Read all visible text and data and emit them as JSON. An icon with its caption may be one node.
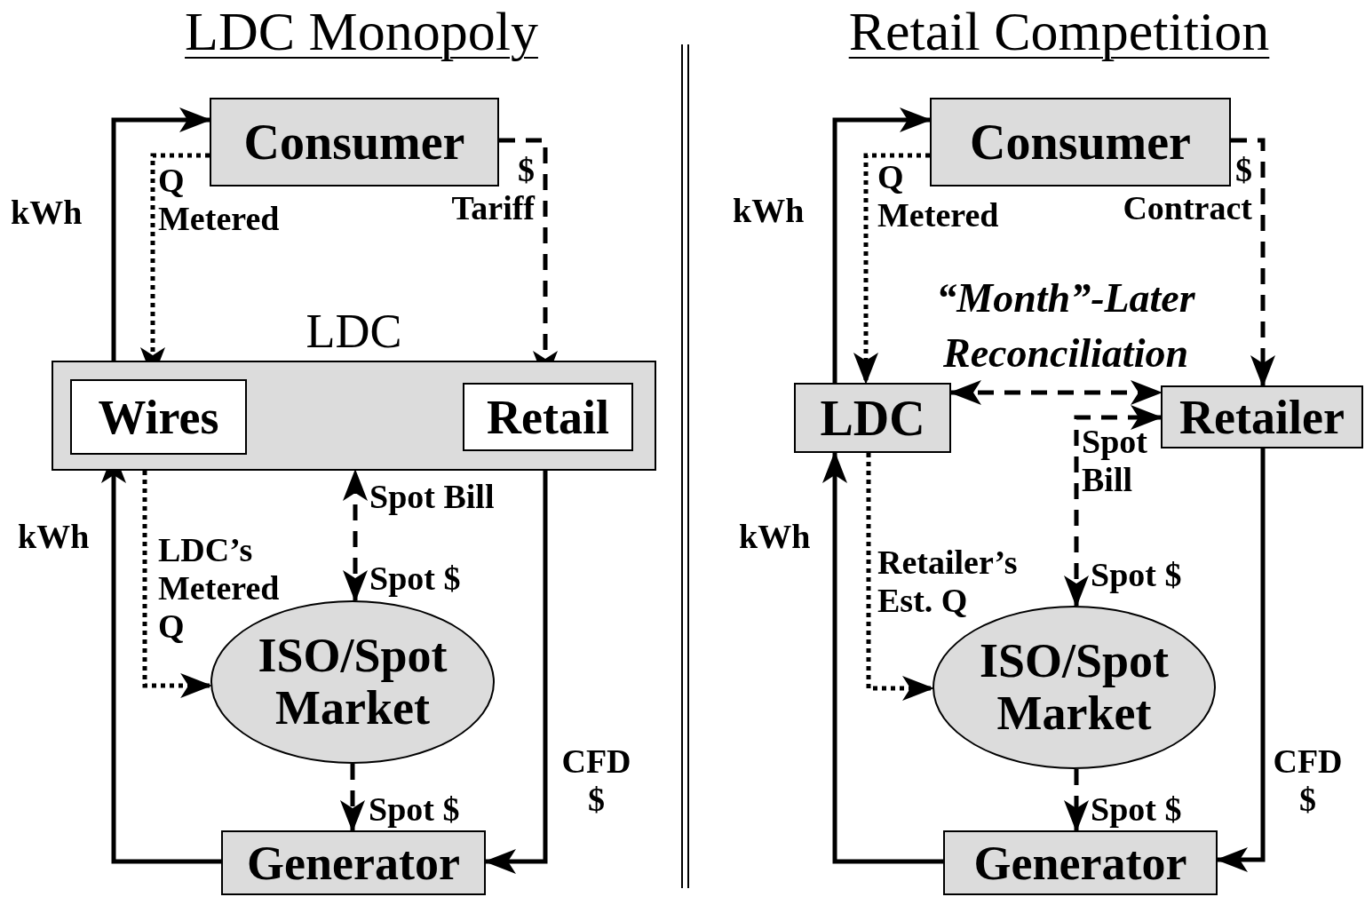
{
  "diagram": {
    "nodes": [
      {
        "text": [
          "Consumer"
        ]
      },
      {
        "text": [
          "LDC"
        ]
      },
      {
        "text": [
          "Wires"
        ],
        "in": 1
      },
      {
        "text": [
          "Retail"
        ],
        "in": 1
      },
      {
        "text": [
          "ISO/Spot Market"
        ]
      },
      {
        "text": [
          "Generator"
        ]
      },
      {
        "text": [
          "Consumer"
        ]
      },
      {
        "text": [
          "LDC"
        ]
      },
      {
        "text": [
          "Retailer"
        ]
      },
      {
        "text": [
          "ISO/Spot Market"
        ]
      },
      {
        "text": [
          "Generator"
        ]
      }
    ],
    "edges": [
      {
        "from": 2,
        "to": 0,
        "arrow": "to",
        "label": "kWh"
      },
      {
        "from": 0,
        "to": 2,
        "arrow": "to",
        "label": "Q Metered",
        "style": "dashed"
      },
      {
        "from": 0,
        "to": 3,
        "arrow": "to",
        "label": "$ Tariff",
        "style": "dashed"
      },
      {
        "from": 4,
        "to": 1,
        "arrow": "both",
        "label": "Spot Bill",
        "style": "dashed"
      },
      {
        "from": 2,
        "to": 4,
        "arrow": "to",
        "label": "LDC’s Metered Q",
        "style": "dashed"
      },
      {
        "from": 4,
        "to": 5,
        "arrow": "to",
        "label": "Spot $",
        "style": "dashed"
      },
      {
        "from": 5,
        "to": 2,
        "arrow": "to",
        "label": "kWh"
      },
      {
        "from": 3,
        "to": 5,
        "arrow": "to",
        "label": "CFD $"
      },
      {
        "from": 7,
        "to": 6,
        "arrow": "to",
        "label": "kWh"
      },
      {
        "from": 6,
        "to": 7,
        "arrow": "to",
        "label": "Q Metered",
        "style": "dashed"
      },
      {
        "from": 6,
        "to": 8,
        "arrow": "to",
        "label": "$ Contract",
        "style": "dashed"
      },
      {
        "from": 7,
        "to": 8,
        "arrow": "both",
        "label": "“Month”-Later Reconciliation",
        "style": "dashed"
      },
      {
        "from": 9,
        "to": 8,
        "arrow": "both",
        "label": "Spot Bill",
        "style": "dashed"
      },
      {
        "from": 7,
        "to": 9,
        "arrow": "to",
        "label": "Retailer’s Est. Q",
        "style": "dashed"
      },
      {
        "from": 9,
        "to": 10,
        "arrow": "to",
        "label": "Spot $",
        "style": "dashed"
      },
      {
        "from": 10,
        "to": 7,
        "arrow": "to",
        "label": "kWh"
      },
      {
        "from": 8,
        "to": 10,
        "arrow": "to",
        "label": "CFD $"
      }
    ],
    "labels": [
      "LDC Monopoly",
      "Retail Competition",
      "Spot $",
      "Spot $"
    ]
  }
}
